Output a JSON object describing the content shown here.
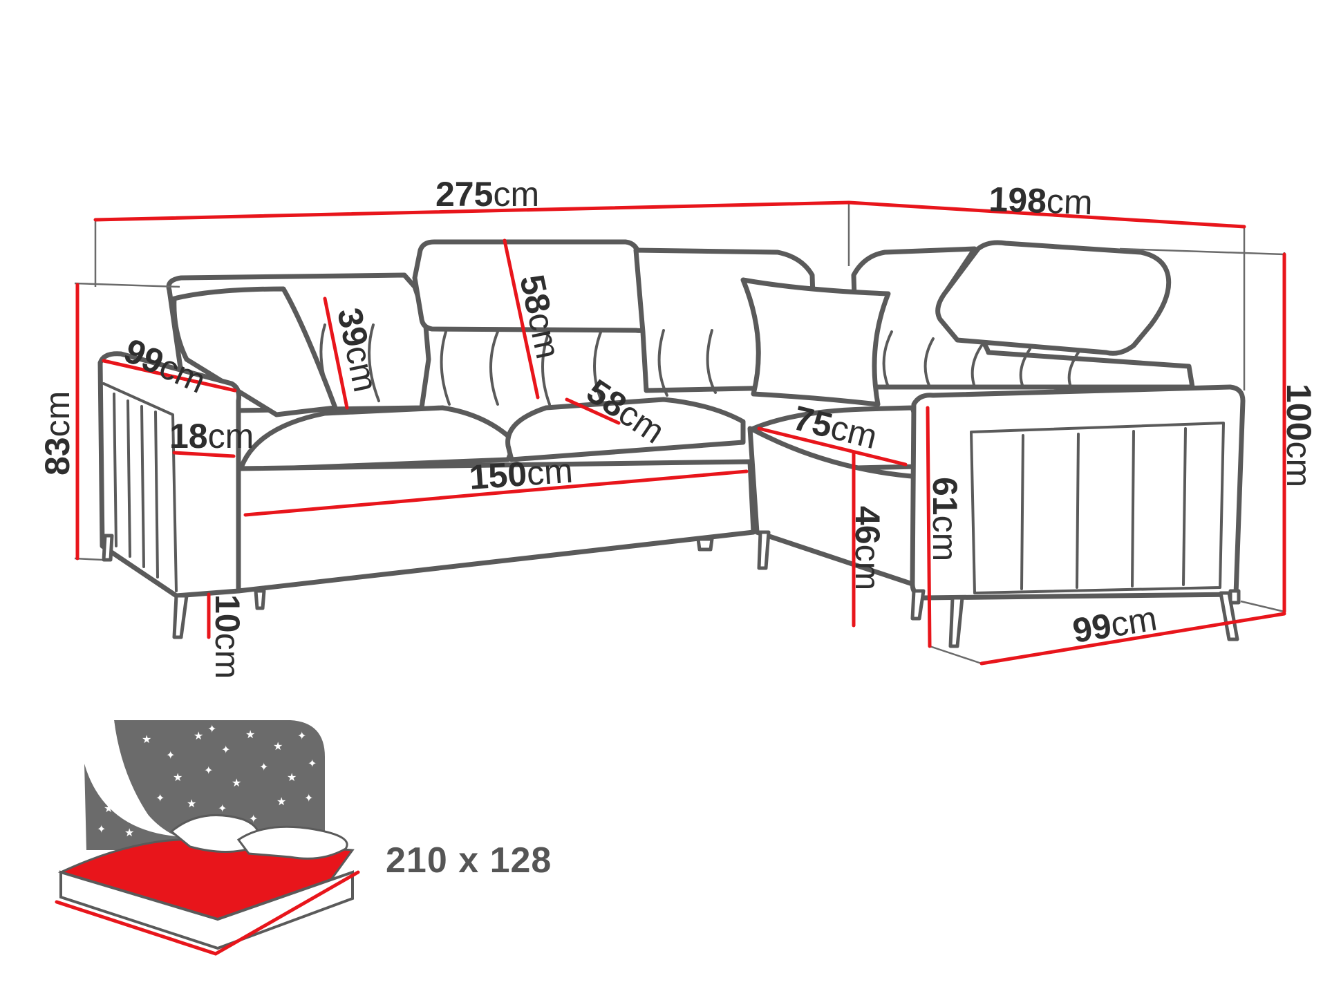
{
  "dimensions": {
    "total_width": {
      "value": "275",
      "unit": "cm"
    },
    "side_width": {
      "value": "198",
      "unit": "cm"
    },
    "total_height": {
      "value": "83",
      "unit": "cm"
    },
    "armrest_depth": {
      "value": "99",
      "unit": "cm"
    },
    "armrest_width": {
      "value": "18",
      "unit": "cm"
    },
    "backrest_height": {
      "value": "39",
      "unit": "cm"
    },
    "headrest_height": {
      "value": "58",
      "unit": "cm"
    },
    "seat_depth": {
      "value": "58",
      "unit": "cm"
    },
    "seat_width": {
      "value": "150",
      "unit": "cm"
    },
    "corner_seat": {
      "value": "75",
      "unit": "cm"
    },
    "seat_height": {
      "value": "46",
      "unit": "cm"
    },
    "arm_height": {
      "value": "61",
      "unit": "cm"
    },
    "right_height": {
      "value": "100",
      "unit": "cm"
    },
    "right_depth": {
      "value": "99",
      "unit": "cm"
    },
    "leg_height": {
      "value": "10",
      "unit": "cm"
    }
  },
  "bed": {
    "size_label": "210 x 128"
  },
  "colors": {
    "dimension_line": "#e8151b",
    "outline": "#5a5a5a",
    "night_sky": "#6b6b6b",
    "mattress": "#e8151b"
  }
}
